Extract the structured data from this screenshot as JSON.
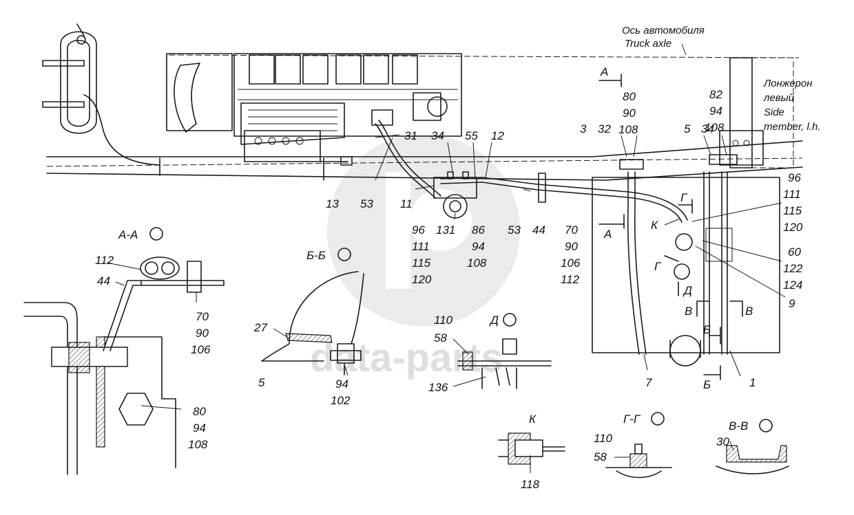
{
  "notes": {
    "truck_axle_ru": "Ось автомобиля",
    "truck_axle_en": "Truck axle",
    "side_member_ru_1": "Лонжерон",
    "side_member_ru_2": "левый",
    "side_member_en_1": "Side",
    "side_member_en_2": "member, l.h."
  },
  "section_titles": {
    "aa": "А-А",
    "bb": "Б-Б",
    "dd": "Д",
    "k": "К",
    "gg": "Г-Г",
    "vv": "В-В"
  },
  "section_marks": {
    "a_top": "А",
    "a_bottom": "А",
    "g_top": "Г",
    "g_bottom": "Г",
    "d": "Д",
    "v_left": "В",
    "v_right": "В",
    "b_top": "Б",
    "b_bottom": "Б",
    "k": "К"
  },
  "callouts": {
    "c80a": "80",
    "c90a": "90",
    "c108a": "108",
    "c82": "82",
    "c94a": "94",
    "c108b": "108",
    "c3": "3",
    "c32": "32",
    "c5a": "5",
    "c34b": "34",
    "c31": "31",
    "c34a": "34",
    "c55": "55",
    "c12": "12",
    "c13": "13",
    "c53a": "53",
    "c11": "11",
    "c96a": "96",
    "c111a": "111",
    "c115a": "115",
    "c120a": "120",
    "c131": "131",
    "c86": "86",
    "c94b": "94",
    "c108c": "108",
    "c53b": "53",
    "c44a": "44",
    "c70a": "70",
    "c90b": "90",
    "c106a": "106",
    "c112a": "112",
    "c96b": "96",
    "c111b": "111",
    "c115b": "115",
    "c120b": "120",
    "c60": "60",
    "c122": "122",
    "c124": "124",
    "c9": "9",
    "c7": "7",
    "c1": "1",
    "c112b": "112",
    "c44b": "44",
    "c70b": "70",
    "c90c": "90",
    "c106b": "106",
    "c80b": "80",
    "c94c": "94",
    "c108d": "108",
    "c27": "27",
    "c5b": "5",
    "c94d": "94",
    "c102": "102",
    "c110a": "110",
    "c58a": "58",
    "c136": "136",
    "c118": "118",
    "c110b": "110",
    "c58b": "58",
    "c30": "30"
  },
  "watermark": "data-parts"
}
